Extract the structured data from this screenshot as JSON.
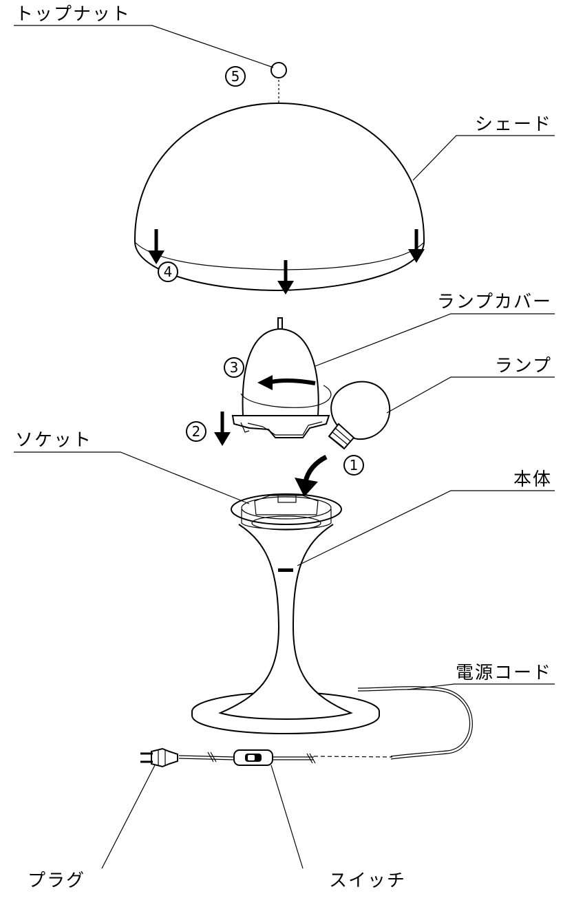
{
  "labels": {
    "top_nut": "トップナット",
    "shade": "シェード",
    "lamp_cover": "ランプカバー",
    "lamp": "ランプ",
    "socket": "ソケット",
    "body": "本体",
    "power_cord": "電源コード",
    "plug": "プラグ",
    "switch": "スイッチ"
  },
  "steps": [
    "1",
    "2",
    "3",
    "4",
    "5"
  ]
}
